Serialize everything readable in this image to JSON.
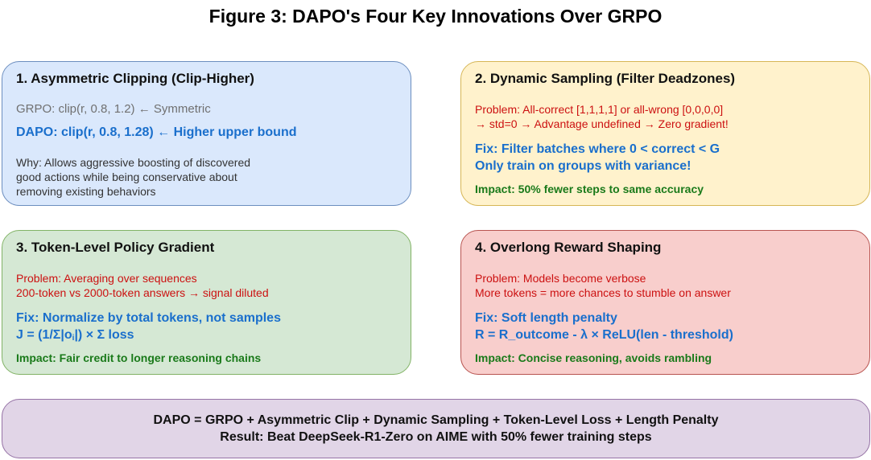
{
  "title": "Figure 3: DAPO's Four Key Innovations Over GRPO",
  "boxes": {
    "clip": {
      "heading": "1. Asymmetric Clipping (Clip-Higher)",
      "grpo": "GRPO: clip(r, 0.8, 1.2) ← Symmetric",
      "dapo": "DAPO: clip(r, 0.8, 1.28) ← Higher upper bound",
      "why": [
        "Why: Allows aggressive boosting of discovered",
        "good actions while being conservative about",
        "removing existing behaviors"
      ]
    },
    "sampling": {
      "heading": "2. Dynamic Sampling (Filter Deadzones)",
      "problem": [
        "Problem: All-correct [1,1,1,1] or all-wrong [0,0,0,0]",
        "→ std=0 → Advantage undefined → Zero gradient!"
      ],
      "fix": [
        "Fix: Filter batches where 0 < correct < G",
        "Only train on groups with variance!"
      ],
      "impact": "Impact: 50% fewer steps to same accuracy"
    },
    "token": {
      "heading": "3. Token-Level Policy Gradient",
      "problem": [
        "Problem: Averaging over sequences",
        "200-token vs 2000-token answers → signal diluted"
      ],
      "fix": "Fix: Normalize by total tokens, not samples",
      "formula_prefix": "J = (1/Σ|o",
      "formula_sub": "i",
      "formula_suffix": "|) × Σ loss",
      "impact": "Impact: Fair credit to longer reasoning chains"
    },
    "overlong": {
      "heading": "4. Overlong Reward Shaping",
      "problem": [
        "Problem: Models become verbose",
        "More tokens = more chances to stumble on answer"
      ],
      "fix": [
        "Fix: Soft length penalty",
        "R = R_outcome - λ × ReLU(len - threshold)"
      ],
      "impact": "Impact: Concise reasoning, avoids rambling"
    },
    "summary": {
      "lines": [
        "DAPO = GRPO + Asymmetric Clip + Dynamic Sampling + Token-Level Loss + Length Penalty",
        "Result: Beat DeepSeek-R1-Zero on AIME with 50% fewer training steps"
      ]
    }
  },
  "colors": {
    "box_1_fill": "#dae8fc",
    "box_2_fill": "#fff2cc",
    "box_3_fill": "#d5e8d4",
    "box_4_fill": "#f8cecc",
    "box_5_fill": "#e1d5e7",
    "fix_text": "#1a6fcc",
    "problem_text": "#cc1111",
    "impact_text": "#1a7a1a"
  }
}
